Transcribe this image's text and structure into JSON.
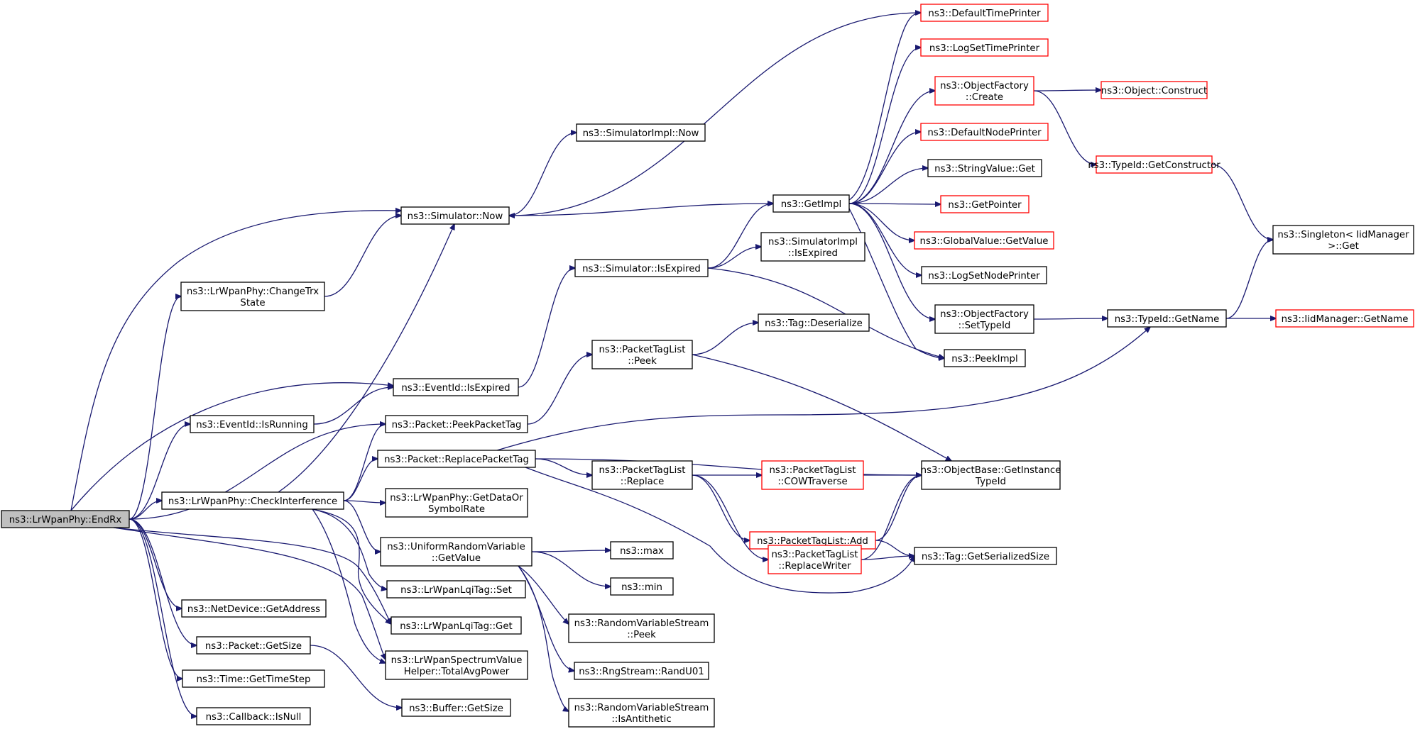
{
  "graph": {
    "nodes": [
      {
        "id": "endrx",
        "lines": [
          "ns3::LrWpanPhy::EndRx"
        ],
        "red": false,
        "root": true
      },
      {
        "id": "deftimeprinter",
        "lines": [
          "ns3::DefaultTimePrinter"
        ],
        "red": true
      },
      {
        "id": "logsettimeprinter",
        "lines": [
          "ns3::LogSetTimePrinter"
        ],
        "red": true
      },
      {
        "id": "objfactcreate",
        "lines": [
          "ns3::ObjectFactory",
          "::Create"
        ],
        "red": true
      },
      {
        "id": "objconstruct",
        "lines": [
          "ns3::Object::Construct"
        ],
        "red": true
      },
      {
        "id": "defnodeprinter",
        "lines": [
          "ns3::DefaultNodePrinter"
        ],
        "red": true
      },
      {
        "id": "simimplnow",
        "lines": [
          "ns3::SimulatorImpl::Now"
        ],
        "red": false
      },
      {
        "id": "stringvalueget",
        "lines": [
          "ns3::StringValue::Get"
        ],
        "red": false
      },
      {
        "id": "typeidgetctor",
        "lines": [
          "ns3::TypeId::GetConstructor"
        ],
        "red": true
      },
      {
        "id": "simnow",
        "lines": [
          "ns3::Simulator::Now"
        ],
        "red": false
      },
      {
        "id": "getimpl",
        "lines": [
          "ns3::GetImpl"
        ],
        "red": false
      },
      {
        "id": "getpointer",
        "lines": [
          "ns3::GetPointer"
        ],
        "red": true
      },
      {
        "id": "globalvalueget",
        "lines": [
          "ns3::GlobalValue::GetValue"
        ],
        "red": true
      },
      {
        "id": "singleton",
        "lines": [
          "ns3::Singleton< IidManager",
          " >::Get"
        ],
        "red": false
      },
      {
        "id": "simimplexpired",
        "lines": [
          "ns3::SimulatorImpl",
          "::IsExpired"
        ],
        "red": false
      },
      {
        "id": "changetrx",
        "lines": [
          "ns3::LrWpanPhy::ChangeTrx",
          "State"
        ],
        "red": false
      },
      {
        "id": "simisexpired",
        "lines": [
          "ns3::Simulator::IsExpired"
        ],
        "red": false
      },
      {
        "id": "logsetnodeprinter",
        "lines": [
          "ns3::LogSetNodePrinter"
        ],
        "red": false
      },
      {
        "id": "objfactsettype",
        "lines": [
          "ns3::ObjectFactory",
          "::SetTypeId"
        ],
        "red": false
      },
      {
        "id": "typeidgetname",
        "lines": [
          "ns3::TypeId::GetName"
        ],
        "red": false
      },
      {
        "id": "iidgetname",
        "lines": [
          "ns3::IidManager::GetName"
        ],
        "red": true
      },
      {
        "id": "tagdeser",
        "lines": [
          "ns3::Tag::Deserialize"
        ],
        "red": false
      },
      {
        "id": "ptlpeek",
        "lines": [
          "ns3::PacketTagList",
          "::Peek"
        ],
        "red": false
      },
      {
        "id": "peekimpl",
        "lines": [
          "ns3::PeekImpl"
        ],
        "red": false
      },
      {
        "id": "eventidexpired",
        "lines": [
          "ns3::EventId::IsExpired"
        ],
        "red": false
      },
      {
        "id": "eventidrunning",
        "lines": [
          "ns3::EventId::IsRunning"
        ],
        "red": false
      },
      {
        "id": "peekpackettag",
        "lines": [
          "ns3::Packet::PeekPacketTag"
        ],
        "red": false
      },
      {
        "id": "replacepackettag",
        "lines": [
          "ns3::Packet::ReplacePacketTag"
        ],
        "red": false
      },
      {
        "id": "ptlreplace",
        "lines": [
          "ns3::PacketTagList",
          "::Replace"
        ],
        "red": false
      },
      {
        "id": "cowtraverse",
        "lines": [
          "ns3::PacketTagList",
          "::COWTraverse"
        ],
        "red": true
      },
      {
        "id": "objbasegetinst",
        "lines": [
          "ns3::ObjectBase::GetInstance",
          "TypeId"
        ],
        "red": false
      },
      {
        "id": "checkinterf",
        "lines": [
          "ns3::LrWpanPhy::CheckInterference"
        ],
        "red": false
      },
      {
        "id": "getdatarate",
        "lines": [
          "ns3::LrWpanPhy::GetDataOr",
          "SymbolRate"
        ],
        "red": false
      },
      {
        "id": "ptladd",
        "lines": [
          "ns3::PacketTagList::Add"
        ],
        "red": true
      },
      {
        "id": "urvgetvalue",
        "lines": [
          "ns3::UniformRandomVariable",
          "::GetValue"
        ],
        "red": false
      },
      {
        "id": "max",
        "lines": [
          "ns3::max"
        ],
        "red": false
      },
      {
        "id": "ptlreplacewriter",
        "lines": [
          "ns3::PacketTagList",
          "::ReplaceWriter"
        ],
        "red": true
      },
      {
        "id": "taggetsersize",
        "lines": [
          "ns3::Tag::GetSerializedSize"
        ],
        "red": false
      },
      {
        "id": "min",
        "lines": [
          "ns3::min"
        ],
        "red": false
      },
      {
        "id": "lqitagset",
        "lines": [
          "ns3::LrWpanLqiTag::Set"
        ],
        "red": false
      },
      {
        "id": "netdevgetaddr",
        "lines": [
          "ns3::NetDevice::GetAddress"
        ],
        "red": false
      },
      {
        "id": "lqitagget",
        "lines": [
          "ns3::LrWpanLqiTag::Get"
        ],
        "red": false
      },
      {
        "id": "rvspeek",
        "lines": [
          "ns3::RandomVariableStream",
          "::Peek"
        ],
        "red": false
      },
      {
        "id": "packetgetsize",
        "lines": [
          "ns3::Packet::GetSize"
        ],
        "red": false
      },
      {
        "id": "totalavgpower",
        "lines": [
          "ns3::LrWpanSpectrumValue",
          "Helper::TotalAvgPower"
        ],
        "red": false
      },
      {
        "id": "randu01",
        "lines": [
          "ns3::RngStream::RandU01"
        ],
        "red": false
      },
      {
        "id": "timegetstep",
        "lines": [
          "ns3::Time::GetTimeStep"
        ],
        "red": false
      },
      {
        "id": "buffergetsize",
        "lines": [
          "ns3::Buffer::GetSize"
        ],
        "red": false
      },
      {
        "id": "rvsantithetic",
        "lines": [
          "ns3::RandomVariableStream",
          "::IsAntithetic"
        ],
        "red": false
      },
      {
        "id": "callbackisnull",
        "lines": [
          "ns3::Callback::IsNull"
        ],
        "red": false
      }
    ],
    "edges": [
      [
        "endrx",
        "simnow"
      ],
      [
        "endrx",
        "changetrx"
      ],
      [
        "endrx",
        "eventidexpired"
      ],
      [
        "endrx",
        "eventidrunning"
      ],
      [
        "endrx",
        "peekpackettag"
      ],
      [
        "endrx",
        "checkinterf"
      ],
      [
        "endrx",
        "lqitagget"
      ],
      [
        "endrx",
        "totalavgpower"
      ],
      [
        "endrx",
        "netdevgetaddr"
      ],
      [
        "endrx",
        "packetgetsize"
      ],
      [
        "endrx",
        "timegetstep"
      ],
      [
        "endrx",
        "callbackisnull"
      ],
      [
        "simnow",
        "simimplnow"
      ],
      [
        "simnow",
        "getimpl"
      ],
      [
        "changetrx",
        "simnow"
      ],
      [
        "getimpl",
        "deftimeprinter"
      ],
      [
        "getimpl",
        "logsettimeprinter"
      ],
      [
        "getimpl",
        "objfactcreate"
      ],
      [
        "getimpl",
        "defnodeprinter"
      ],
      [
        "getimpl",
        "stringvalueget"
      ],
      [
        "getimpl",
        "getpointer"
      ],
      [
        "getimpl",
        "globalvalueget"
      ],
      [
        "getimpl",
        "logsetnodeprinter"
      ],
      [
        "getimpl",
        "objfactsettype"
      ],
      [
        "getimpl",
        "peekimpl"
      ],
      [
        "deftimeprinter",
        "simnow"
      ],
      [
        "objfactcreate",
        "objconstruct"
      ],
      [
        "objfactcreate",
        "typeidgetctor"
      ],
      [
        "typeidgetctor",
        "singleton"
      ],
      [
        "objfactsettype",
        "typeidgetname"
      ],
      [
        "typeidgetname",
        "singleton"
      ],
      [
        "typeidgetname",
        "iidgetname"
      ],
      [
        "eventidexpired",
        "simisexpired"
      ],
      [
        "simisexpired",
        "getimpl"
      ],
      [
        "simisexpired",
        "simimplexpired"
      ],
      [
        "simisexpired",
        "peekimpl"
      ],
      [
        "eventidrunning",
        "eventidexpired"
      ],
      [
        "peekpackettag",
        "ptlpeek"
      ],
      [
        "ptlpeek",
        "tagdeser"
      ],
      [
        "ptlpeek",
        "objbasegetinst"
      ],
      [
        "replacepackettag",
        "typeidgetname"
      ],
      [
        "replacepackettag",
        "objbasegetinst"
      ],
      [
        "replacepackettag",
        "ptlreplace"
      ],
      [
        "replacepackettag",
        "taggetsersize"
      ],
      [
        "ptlreplace",
        "cowtraverse"
      ],
      [
        "ptlreplace",
        "ptladd"
      ],
      [
        "ptlreplace",
        "ptlreplacewriter"
      ],
      [
        "cowtraverse",
        "objbasegetinst"
      ],
      [
        "ptladd",
        "objbasegetinst"
      ],
      [
        "ptladd",
        "taggetsersize"
      ],
      [
        "ptlreplacewriter",
        "objbasegetinst"
      ],
      [
        "ptlreplacewriter",
        "taggetsersize"
      ],
      [
        "checkinterf",
        "simnow"
      ],
      [
        "checkinterf",
        "peekpackettag"
      ],
      [
        "checkinterf",
        "replacepackettag"
      ],
      [
        "checkinterf",
        "getdatarate"
      ],
      [
        "checkinterf",
        "urvgetvalue"
      ],
      [
        "checkinterf",
        "lqitagset"
      ],
      [
        "checkinterf",
        "lqitagget"
      ],
      [
        "checkinterf",
        "totalavgpower"
      ],
      [
        "urvgetvalue",
        "max"
      ],
      [
        "urvgetvalue",
        "min"
      ],
      [
        "urvgetvalue",
        "rvspeek"
      ],
      [
        "urvgetvalue",
        "randu01"
      ],
      [
        "urvgetvalue",
        "rvsantithetic"
      ],
      [
        "packetgetsize",
        "buffergetsize"
      ]
    ]
  }
}
